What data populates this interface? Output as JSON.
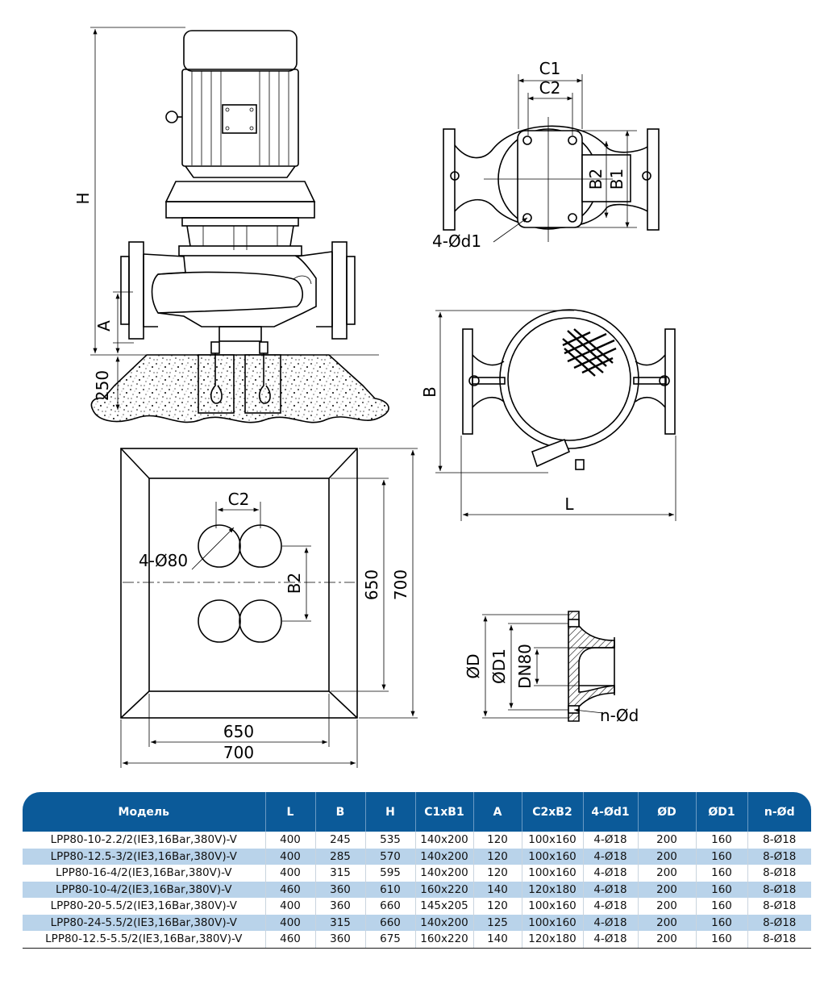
{
  "labels": {
    "h": "H",
    "a": "A",
    "dim250": "250",
    "c1": "C1",
    "c2_top": "C2",
    "b2_top": "B2",
    "b1_top": "B1",
    "d1_holes": "4-Ød1",
    "b_side": "B",
    "l_bottom": "L",
    "c2_base": "C2",
    "holes80": "4-Ø80",
    "b2_base": "B2",
    "base_650_v": "650",
    "base_700_v": "700",
    "base_650_h": "650",
    "base_700_h": "700",
    "od": "ØD",
    "od1": "ØD1",
    "dn80": "DN80",
    "nod": "n-Ød"
  },
  "table": {
    "headers": [
      "Модель",
      "L",
      "B",
      "H",
      "C1xB1",
      "A",
      "C2xB2",
      "4-Ød1",
      "ØD",
      "ØD1",
      "n-Ød"
    ],
    "rows": [
      [
        "LPP80-10-2.2/2(IE3,16Bar,380V)-V",
        "400",
        "245",
        "535",
        "140x200",
        "120",
        "100x160",
        "4-Ø18",
        "200",
        "160",
        "8-Ø18"
      ],
      [
        "LPP80-12.5-3/2(IE3,16Bar,380V)-V",
        "400",
        "285",
        "570",
        "140x200",
        "120",
        "100x160",
        "4-Ø18",
        "200",
        "160",
        "8-Ø18"
      ],
      [
        "LPP80-16-4/2(IE3,16Bar,380V)-V",
        "400",
        "315",
        "595",
        "140x200",
        "120",
        "100x160",
        "4-Ø18",
        "200",
        "160",
        "8-Ø18"
      ],
      [
        "LPP80-10-4/2(IE3,16Bar,380V)-V",
        "460",
        "360",
        "610",
        "160x220",
        "140",
        "120x180",
        "4-Ø18",
        "200",
        "160",
        "8-Ø18"
      ],
      [
        "LPP80-20-5.5/2(IE3,16Bar,380V)-V",
        "400",
        "360",
        "660",
        "145x205",
        "120",
        "100x160",
        "4-Ø18",
        "200",
        "160",
        "8-Ø18"
      ],
      [
        "LPP80-24-5.5/2(IE3,16Bar,380V)-V",
        "400",
        "315",
        "660",
        "140x200",
        "125",
        "100x160",
        "4-Ø18",
        "200",
        "160",
        "8-Ø18"
      ],
      [
        "LPP80-12.5-5.5/2(IE3,16Bar,380V)-V",
        "460",
        "360",
        "675",
        "160x220",
        "140",
        "120x180",
        "4-Ø18",
        "200",
        "160",
        "8-Ø18"
      ]
    ]
  }
}
